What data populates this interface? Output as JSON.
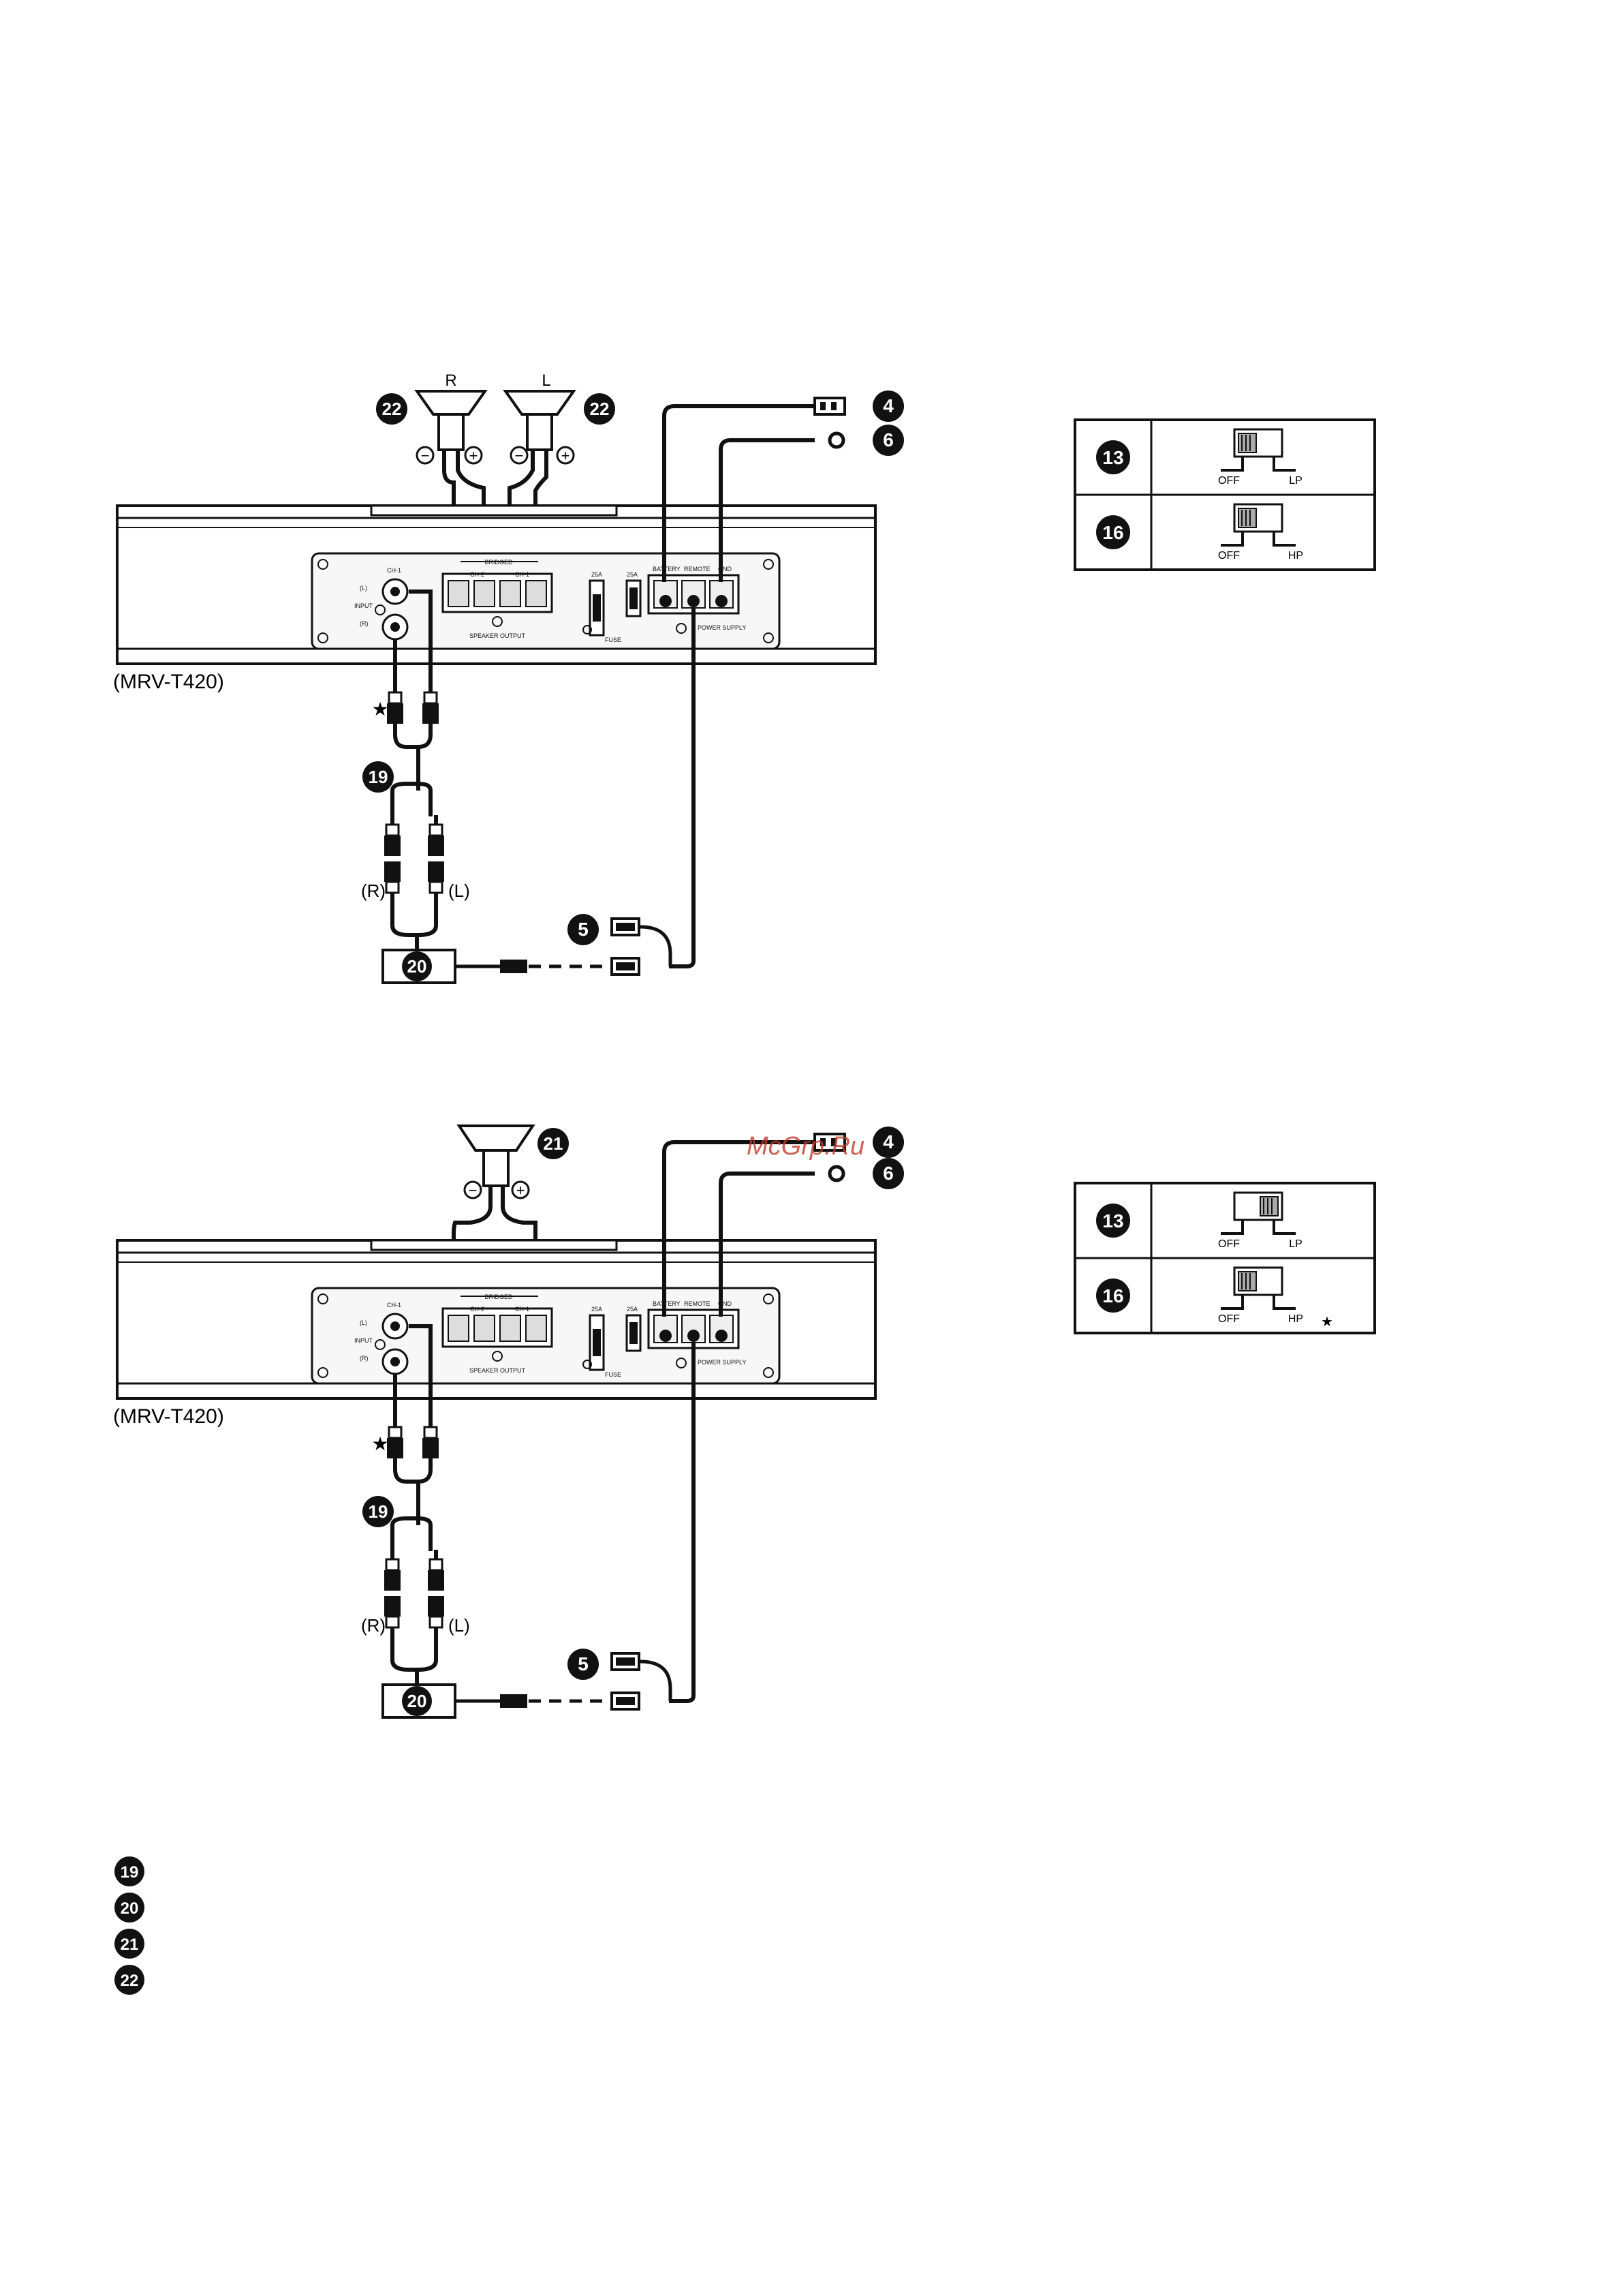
{
  "diagram1": {
    "model": "(MRV-T420)",
    "speaker_r_letter": "R",
    "speaker_l_letter": "L",
    "speaker_callout": "22",
    "minus": "−",
    "plus": "+",
    "input_cable_callout": "19",
    "converter_callout": "20",
    "remote_lead_callout": "5",
    "battery_callout": "4",
    "ground_callout": "6",
    "input_r": "(R)",
    "input_l": "(L)",
    "star": "★"
  },
  "diagram2": {
    "model": "(MRV-T420)",
    "speaker_callout": "21",
    "minus": "−",
    "plus": "+",
    "input_cable_callout": "19",
    "converter_callout": "20",
    "remote_lead_callout": "5",
    "battery_callout": "4",
    "ground_callout": "6",
    "input_r": "(R)",
    "input_l": "(L)",
    "star": "★"
  },
  "amp_panel": {
    "ch1": "CH-1",
    "input": "INPUT",
    "l": "(L)",
    "r": "(R)",
    "bridged": "BRIDGED",
    "ch2": "CH-2",
    "ch1b": "CH-1",
    "speaker_output": "SPEAKER OUTPUT",
    "fuse_rating": "25A",
    "fuse": "FUSE",
    "battery": "BATTERY",
    "remote": "REMOTE",
    "gnd": "GND",
    "power_supply": "POWER SUPPLY"
  },
  "switch_table1": {
    "rows": [
      {
        "callout": "13",
        "off": "OFF",
        "mode": "LP",
        "position": "off",
        "star": ""
      },
      {
        "callout": "16",
        "off": "OFF",
        "mode": "HP",
        "position": "off",
        "star": ""
      }
    ]
  },
  "switch_table2": {
    "rows": [
      {
        "callout": "13",
        "off": "OFF",
        "mode": "LP",
        "position": "on",
        "star": ""
      },
      {
        "callout": "16",
        "off": "OFF",
        "mode": "HP",
        "position": "off",
        "star": "★"
      }
    ]
  },
  "legend": {
    "items": [
      {
        "callout": "19",
        "text": ""
      },
      {
        "callout": "20",
        "text": ""
      },
      {
        "callout": "21",
        "text": ""
      },
      {
        "callout": "22",
        "text": ""
      }
    ]
  },
  "watermark": "McGrp.Ru",
  "colors": {
    "ink": "#111111",
    "watermark": "#c0392b",
    "panel": "#f7f7f7"
  }
}
